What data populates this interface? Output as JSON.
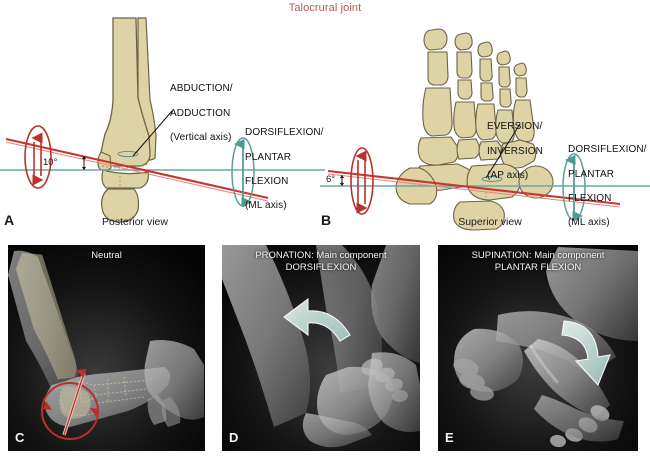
{
  "figure": {
    "title": "Talocrural joint",
    "title_color": "#c0554e"
  },
  "colors": {
    "bone_fill": "#ded3a4",
    "bone_fill_light": "#e8e0bc",
    "bone_outline": "#6b6448",
    "axis_red": "#c8352f",
    "axis_teal": "#4e9a93",
    "photo_bg": "#0a0a0a",
    "arrow_teal": "#bcd8d2",
    "text": "#111111"
  },
  "panels": {
    "A": {
      "letter": "A",
      "caption": "Posterior view",
      "annotations": [
        {
          "name": "abduction-adduction",
          "line1": "ABDUCTION/",
          "line2": "ADDUCTION",
          "line3": "(Vertical axis)"
        },
        {
          "name": "dorsiflexion-plantarflexion",
          "line1": "DORSIFLEXION/",
          "line2": "PLANTAR",
          "line3": "FLEXION",
          "line4": "(ML axis)"
        }
      ],
      "angle": "10°"
    },
    "B": {
      "letter": "B",
      "caption": "Superior view",
      "annotations": [
        {
          "name": "eversion-inversion",
          "line1": "EVERSION/",
          "line2": "INVERSION",
          "line3": "(AP axis)"
        },
        {
          "name": "dorsiflexion-plantarflexion",
          "line1": "DORSIFLEXION/",
          "line2": "PLANTAR",
          "line3": "FLEXION",
          "line4": "(ML axis)"
        }
      ],
      "angle": "6°"
    },
    "C": {
      "letter": "C",
      "caption": "Neutral"
    },
    "D": {
      "letter": "D",
      "caption": "PRONATION: Main component\nDORSIFLEXION"
    },
    "E": {
      "letter": "E",
      "caption": "SUPINATION: Main component\nPLANTAR FLEXION"
    }
  }
}
